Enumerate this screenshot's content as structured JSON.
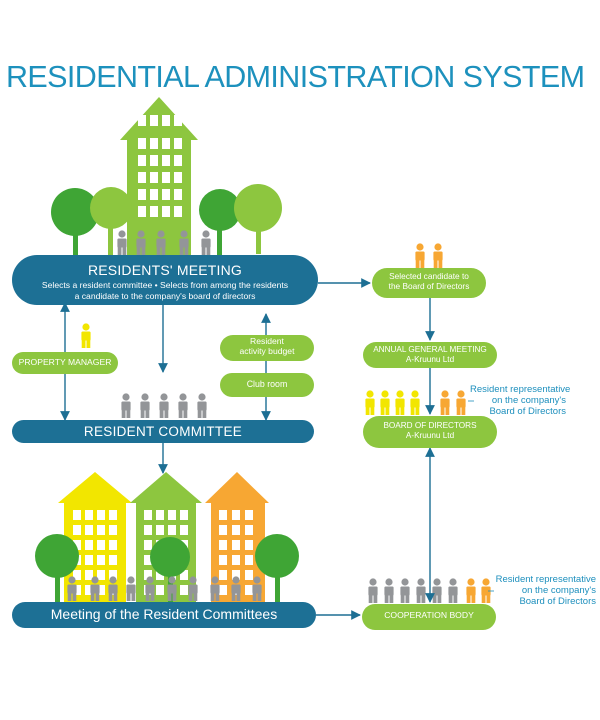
{
  "title": "RESIDENTIAL ADMINISTRATION SYSTEM",
  "nodes": {
    "residents_meeting": {
      "title": "RESIDENTS' MEETING",
      "line1": "Selects a resident committee • Selects from among the residents",
      "line2": "a candidate to the company's board of directors"
    },
    "property_manager": "PROPERTY MANAGER",
    "resident_activity_budget_1": "Resident",
    "resident_activity_budget_2": "activity budget",
    "club_room": "Club room",
    "resident_committee": "RESIDENT COMMITTEE",
    "meeting_of_committees": "Meeting of the Resident Committees",
    "selected_candidate_1": "Selected candidate to",
    "selected_candidate_2": "the Board of Directors",
    "annual_general_meeting_1": "ANNUAL GENERAL MEETING",
    "annual_general_meeting_2": "A-Kruunu Ltd",
    "board_of_directors_1": "BOARD OF DIRECTORS",
    "board_of_directors_2": "A-Kruunu Ltd",
    "cooperation_body": "COOPERATION BODY"
  },
  "notes": {
    "board_rep": [
      "Resident representative",
      "on the company's",
      "Board of Directors"
    ],
    "coop_rep": [
      "Resident representative",
      "on the company's",
      "Board of Directors"
    ]
  },
  "colors": {
    "blue": "#1d7095",
    "green": "#8dc63f",
    "light_green": "#b2d235",
    "dark_green": "#3fa535",
    "yellow": "#f2e600",
    "orange": "#f7a733",
    "gray": "#939598",
    "arrow": "#1d6f94",
    "title": "#1d91bd"
  },
  "icons": {
    "people": "person-icon",
    "trees": "tree-icon",
    "buildings": "building-icon"
  }
}
